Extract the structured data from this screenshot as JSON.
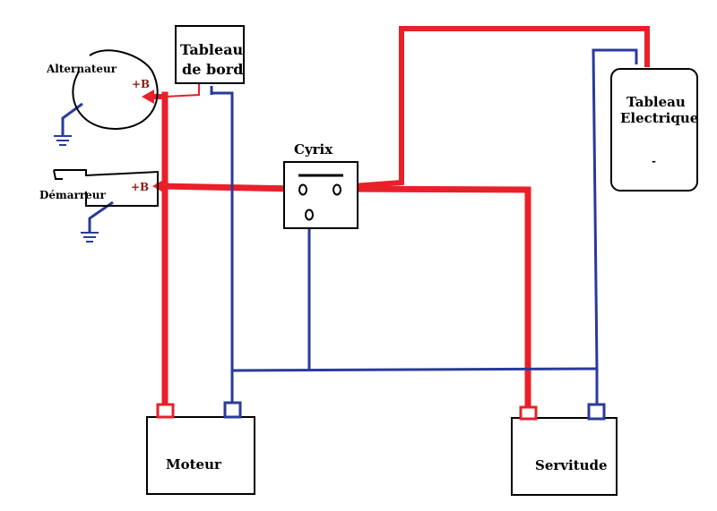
{
  "labels": {
    "alternateur": "Alternateur",
    "alternateur_b": "+B",
    "demarreur": "Démarreur",
    "demarreur_b": "+B",
    "tableau_bord_line1": "Tableau",
    "tableau_bord_line2": "de bord",
    "cyrix": "Cyrix",
    "tableau_elec_line1": "Tableau",
    "tableau_elec_line2": "Electrique",
    "tableau_elec_minus": "-",
    "moteur": "Moteur",
    "servitude": "Servitude"
  },
  "colors": {
    "positive": "#e8202a",
    "negative": "#2a3a9a",
    "outline": "#000000",
    "label_b": "#8a1a1a"
  }
}
